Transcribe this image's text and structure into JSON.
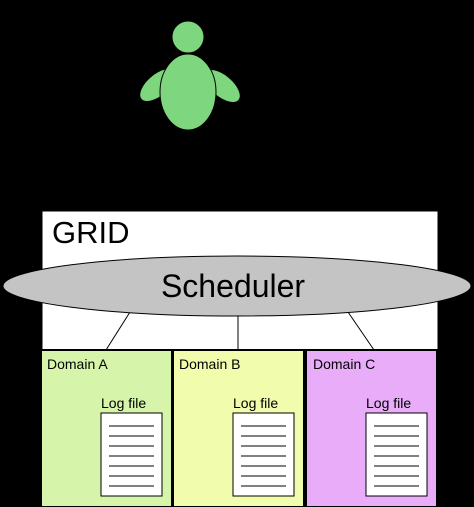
{
  "colors": {
    "background": "#000000",
    "user_figure": "#7ed67e",
    "grid_box": "#ffffff",
    "scheduler": "#c4c4c4",
    "domain_a": "#d6f5ab",
    "domain_b": "#f1fcad",
    "domain_c": "#e8acf8",
    "log_file": "#ffffff"
  },
  "user": {
    "icon": "user-figure-icon"
  },
  "grid": {
    "label": "GRID"
  },
  "scheduler": {
    "label": "Scheduler"
  },
  "domains": [
    {
      "label": "Domain A",
      "log_label": "Log file",
      "log_icon": "log-file-icon"
    },
    {
      "label": "Domain B",
      "log_label": "Log file",
      "log_icon": "log-file-icon"
    },
    {
      "label": "Domain C",
      "log_label": "Log file",
      "log_icon": "log-file-icon"
    }
  ]
}
